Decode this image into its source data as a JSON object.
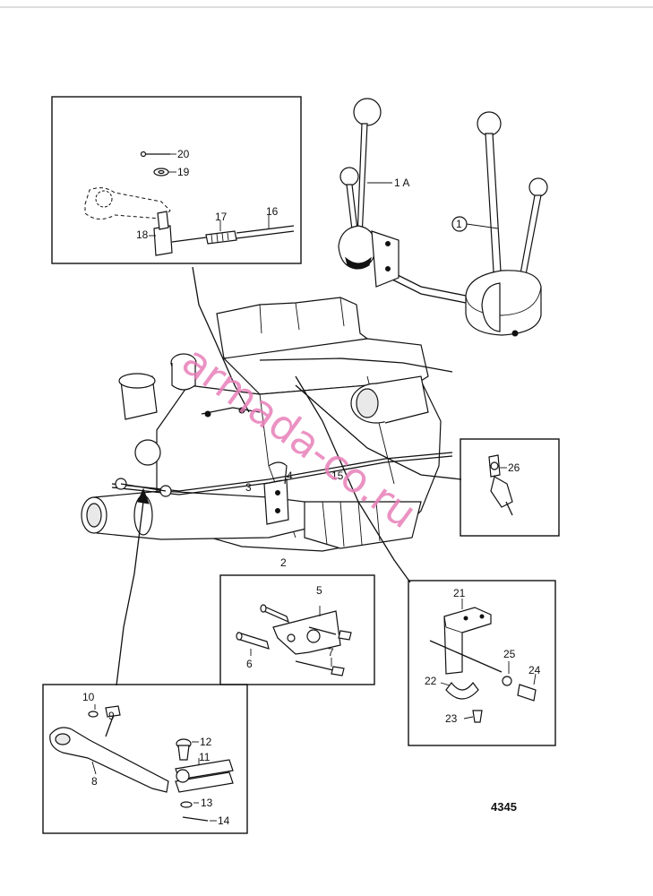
{
  "figure_number": "4345",
  "watermark": "armada-co.ru",
  "callouts": {
    "c1A": "1 A",
    "c1": "1",
    "c2": "2",
    "c3": "3",
    "c4": "4",
    "c5": "5",
    "c6": "6",
    "c7": "7",
    "c8": "8",
    "c9": "9",
    "c10": "10",
    "c11": "11",
    "c12": "12",
    "c13": "13",
    "c14": "14",
    "c15": "15",
    "c16": "16",
    "c17": "17",
    "c18": "18",
    "c19": "19",
    "c20": "20",
    "c21": "21",
    "c22": "22",
    "c23": "23",
    "c24": "24",
    "c25": "25",
    "c26": "26"
  }
}
